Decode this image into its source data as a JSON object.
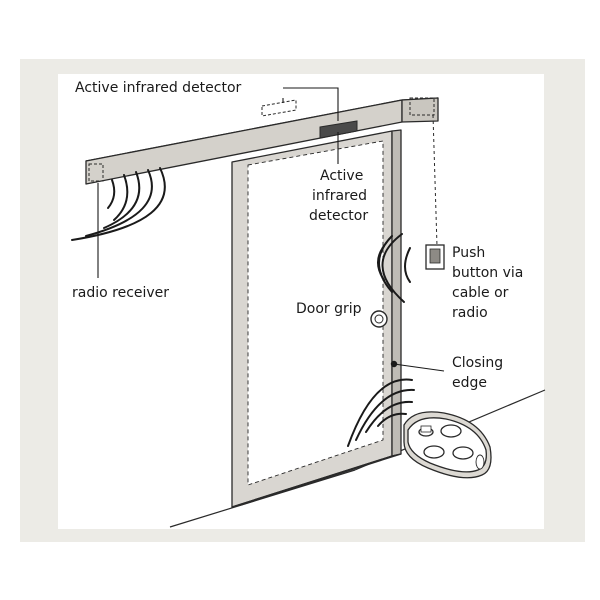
{
  "labels": {
    "active_infrared_top": "Active infrared detector",
    "active_infrared_mid": [
      "Active",
      "infrared",
      "detector"
    ],
    "radio_receiver": "radio receiver",
    "push_button": [
      "Push",
      "button via",
      "cable or",
      "radio"
    ],
    "door_grip": "Door grip",
    "closing_edge": [
      "Closing",
      "edge"
    ]
  },
  "colors": {
    "frame_bg": "#ecebe6",
    "panel_bg": "#ffffff",
    "beam_front": "#d4d1cb",
    "beam_top": "#e6e4df",
    "door_face": "#d9d6d1",
    "door_inner": "#ffffff",
    "stroke": "#2a2a2a"
  }
}
